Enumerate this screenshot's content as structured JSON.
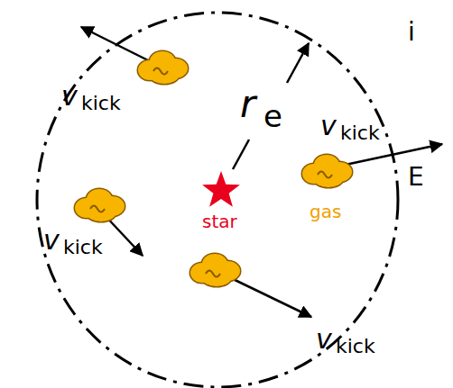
{
  "diagram": {
    "labels": [
      "i",
      "E",
      "v",
      "kick",
      "r",
      "e",
      "v",
      "kick",
      "star",
      "gas",
      "v",
      "kick",
      "v",
      "kick"
    ]
  }
}
